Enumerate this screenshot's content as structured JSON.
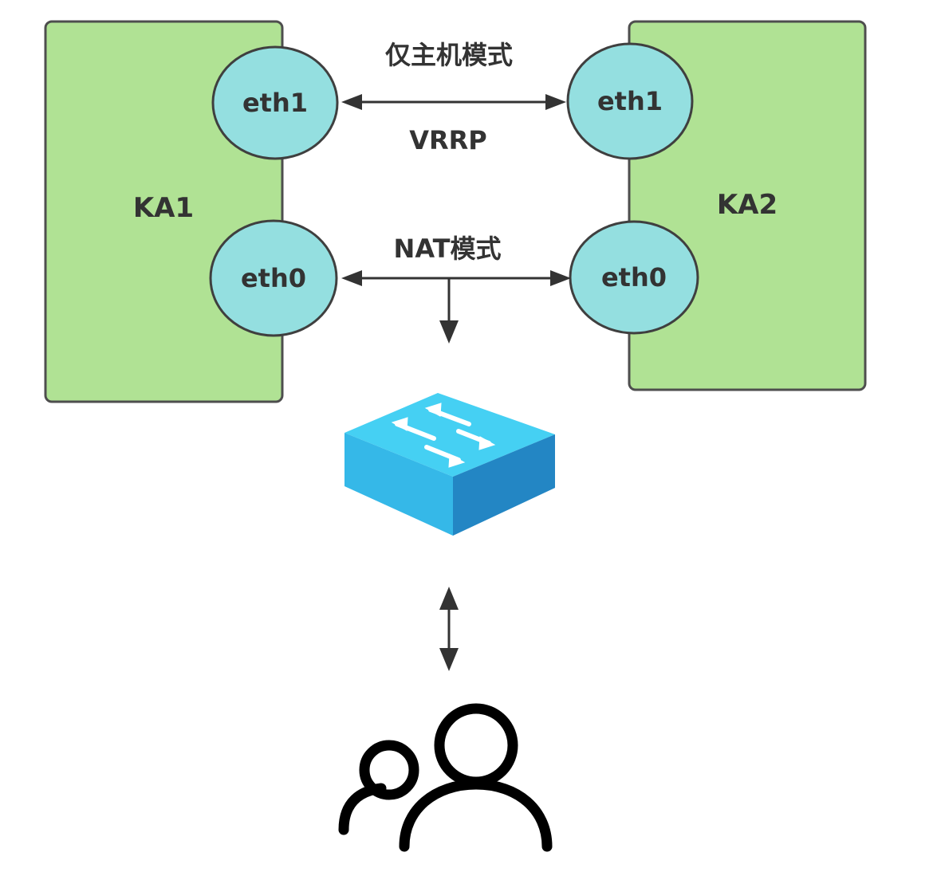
{
  "nodes": {
    "ka1": {
      "label": "KA1",
      "eth1": "eth1",
      "eth0": "eth0"
    },
    "ka2": {
      "label": "KA2",
      "eth1": "eth1",
      "eth0": "eth0"
    }
  },
  "links": {
    "top_mode": "仅主机模式",
    "top_protocol": "VRRP",
    "bottom_mode": "NAT模式"
  },
  "icons": {
    "switch": "network-switch-icon",
    "users": "users-icon"
  },
  "colors": {
    "server_box": "#b0e294",
    "interface": "#94dfe0",
    "switch_top": "#45d0f3",
    "switch_left": "#35b8e8",
    "switch_right": "#2386c4",
    "line": "#333333"
  }
}
